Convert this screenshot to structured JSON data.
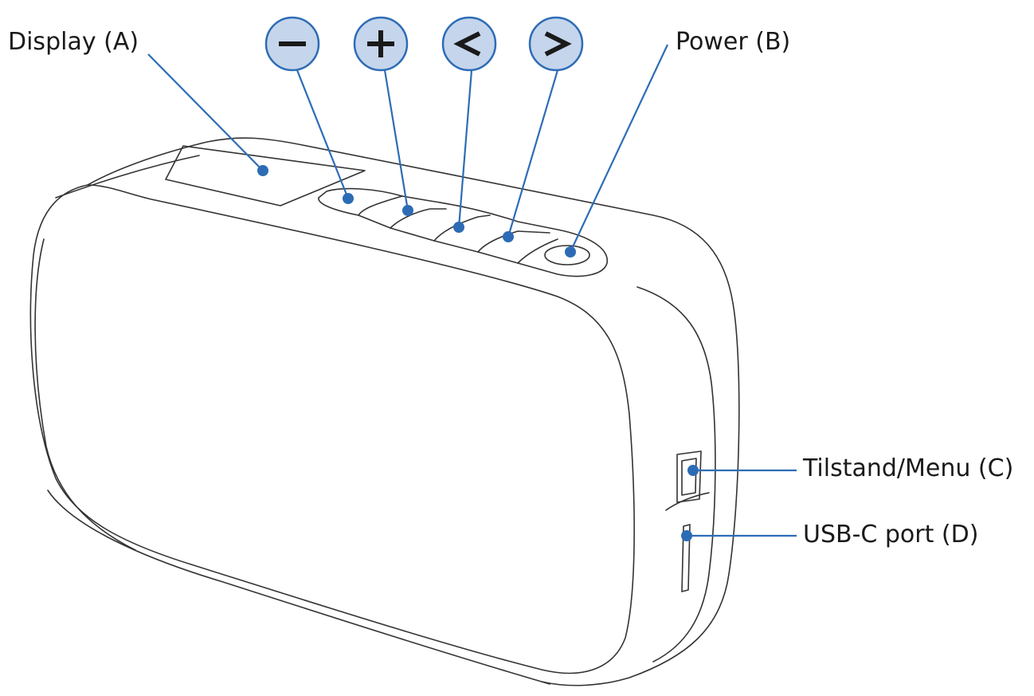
{
  "colors": {
    "callout_fill": "#c5d5ec",
    "callout_stroke": "#2d6cb5",
    "leader_line": "#2d6cb5",
    "outline": "#333333",
    "text": "#1a1a1a"
  },
  "labels": {
    "display": "Display (A)",
    "power": "Power (B)",
    "mode_menu": "Tilstand/Menu (C)",
    "usb_port": "USB-C port (D)"
  },
  "buttons": [
    {
      "id": "minus",
      "symbol": "−",
      "icon": "minus-icon"
    },
    {
      "id": "plus",
      "symbol": "+",
      "icon": "plus-icon"
    },
    {
      "id": "prev",
      "symbol": "<",
      "icon": "chevron-left-icon"
    },
    {
      "id": "next",
      "symbol": ">",
      "icon": "chevron-right-icon"
    }
  ]
}
